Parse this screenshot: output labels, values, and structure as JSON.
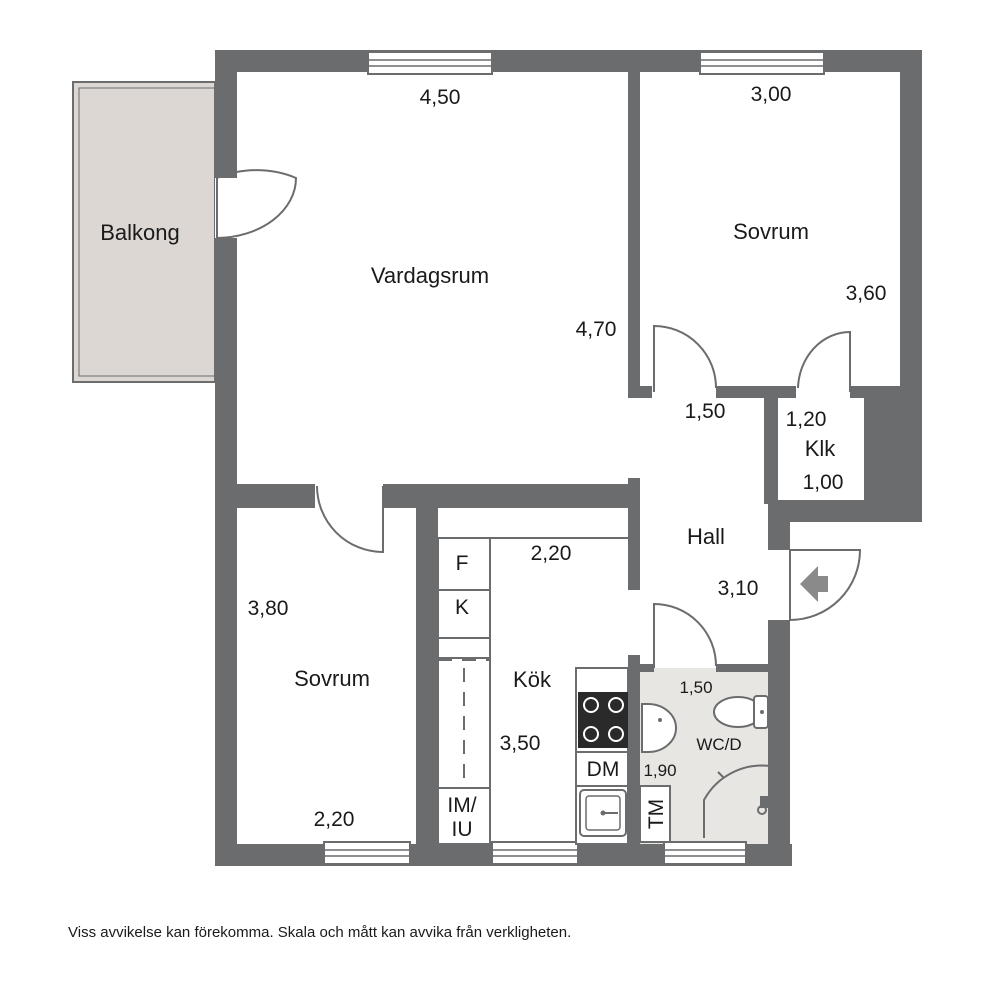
{
  "rooms": {
    "balkong": "Balkong",
    "vardagsrum": "Vardagsrum",
    "sovrum_ne": "Sovrum",
    "sovrum_sw": "Sovrum",
    "hall": "Hall",
    "kok": "Kök",
    "klk": "Klk",
    "wcd": "WC/D"
  },
  "dimensions": {
    "vardagsrum_width": "4,50",
    "vardagsrum_depth": "4,70",
    "sovrum_ne_width": "3,00",
    "sovrum_ne_depth": "3,60",
    "hall_width": "1,50",
    "hall_depth": "3,10",
    "klk_width": "1,20",
    "klk_depth": "1,00",
    "kok_width": "2,20",
    "kok_depth": "3,50",
    "sovrum_sw_width": "2,20",
    "sovrum_sw_depth": "3,80",
    "wcd_width": "1,50",
    "wcd_depth": "1,90"
  },
  "fixtures": {
    "fridge": "F",
    "kyl": "K",
    "dishwasher": "DM",
    "im_line1": "IM/",
    "im_line2": "IU",
    "tm": "TM"
  },
  "colors": {
    "wall": "#6b6c6e",
    "balcony": "#dcd7d3",
    "bathroom": "#e8e6e3"
  },
  "footer": {
    "disclaimer": "Viss avvikelse kan förekomma. Skala och mått kan avvika från verkligheten."
  }
}
